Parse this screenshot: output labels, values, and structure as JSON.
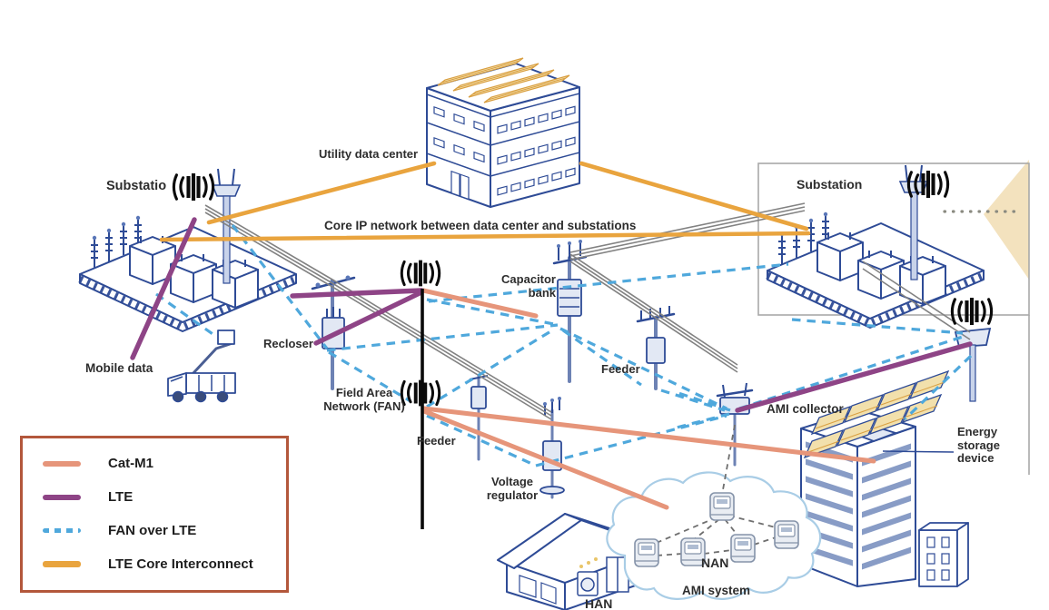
{
  "nodes": {
    "substation_left": "Substatio",
    "substation_right": "Substation",
    "utility_data_center": "Utility data center",
    "mobile_data": "Mobile data",
    "recloser": "Recloser",
    "field_area_network": "Field Area\nNetwork (FAN)",
    "capacitor_bank": "Capacitor\nbank",
    "feeder_left": "Feeder",
    "feeder_right": "Feeder",
    "voltage_regulator": "Voltage\nregulator",
    "ami_collector": "AMI collector",
    "energy_storage_device": "Energy\nstorage\ndevice",
    "han": "HAN",
    "nan": "NAN",
    "ami_system": "AMI system"
  },
  "annotations": {
    "core_ip": "Core IP network between data center and substations"
  },
  "legend": {
    "items": [
      {
        "label": "Cat-M1",
        "color": "#E6957A",
        "style": "solid"
      },
      {
        "label": "LTE",
        "color": "#8E4486",
        "style": "solid"
      },
      {
        "label": "FAN over LTE",
        "color": "#4FA8DC",
        "style": "dashed"
      },
      {
        "label": "LTE Core Interconnect",
        "color": "#E9A43E",
        "style": "solid"
      }
    ],
    "border_color": "#B3573B"
  },
  "icons": {
    "antenna_icon_name": "cell-antenna-icon",
    "antenna_locations": [
      "substation-left",
      "fan-tower-top",
      "fan-tower-bottom",
      "substation-right",
      "lte-tower-right"
    ]
  },
  "colors": {
    "cat_m1": "#E6957A",
    "lte": "#8E4486",
    "fan_over_lte": "#4FA8DC",
    "lte_core_interconnect": "#E9A43E",
    "power_line_gray": "#828282",
    "drawing_navy": "#2E4B96",
    "legend_border": "#B3573B"
  }
}
